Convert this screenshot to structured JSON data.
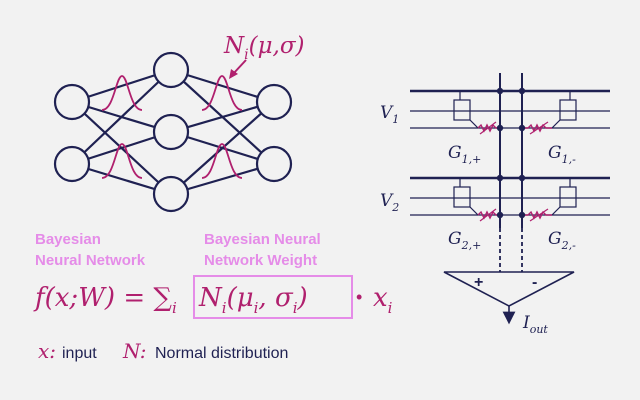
{
  "colors": {
    "navy": "#1f2152",
    "magenta": "#b0206e",
    "pink": "#e58ce8",
    "curve": "#b0206e",
    "background": "#f2f2f2"
  },
  "network": {
    "distribution_label": {
      "symbol": "N",
      "subscript": "i",
      "args": "(μ,σ)"
    }
  },
  "labels": {
    "bnn_line1": "Bayesian",
    "bnn_line2": "Neural Network",
    "weight_line1": "Bayesian Neural",
    "weight_line2": "Network Weight"
  },
  "formula": {
    "lhs": "f(x;W) = ∑",
    "sum_sub": "i",
    "box_N": "N",
    "box_N_sub": "i",
    "box_open": "(μ",
    "box_mu_sub": "i",
    "box_mid": ", σ",
    "box_sigma_sub": "i",
    "box_close": ")",
    "dot": "•",
    "x": "x",
    "x_sub": "i"
  },
  "legend": {
    "x_symbol": "x:",
    "x_text": "input",
    "n_symbol": "N:",
    "n_text": "Normal distribution"
  },
  "crossbar": {
    "v1": "V",
    "v1_sub": "1",
    "v2": "V",
    "v2_sub": "2",
    "g1p": "G",
    "g1p_sub": "1,+",
    "g1m": "G",
    "g1m_sub": "1,-",
    "g2p": "G",
    "g2p_sub": "2,+",
    "g2m": "G",
    "g2m_sub": "2,-",
    "plus": "+",
    "minus": "-",
    "iout": "I",
    "iout_sub": "out"
  }
}
